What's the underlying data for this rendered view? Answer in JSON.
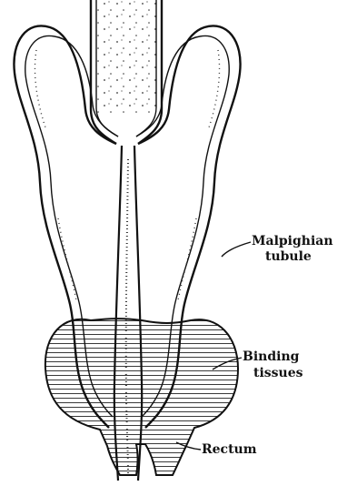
{
  "diagram": {
    "labels": {
      "malpighian_line1": "Malpighian",
      "malpighian_line2": "tubule",
      "binding_line1": "Binding",
      "binding_line2": "tissues",
      "rectum": "Rectum"
    },
    "colors": {
      "ink": "#111111",
      "background": "#ffffff"
    }
  }
}
